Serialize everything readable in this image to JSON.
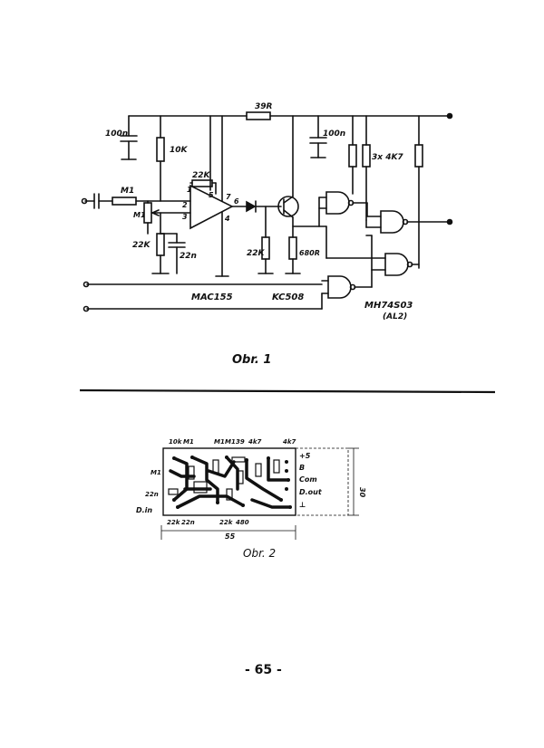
{
  "schematic": {
    "labels": {
      "r_39": "39R",
      "c_100n_left": "100n",
      "r_10k": "10K",
      "r_22k_fb": "22K",
      "c_100n_right": "100n",
      "r_3x4k7": "3x 4K7",
      "r_m1": "M1",
      "pot_m1": "M1",
      "r_22k_low": "22K",
      "c_22n": "22n",
      "pin_2": "2",
      "pin_3": "3",
      "pin_4": "4",
      "pin_5": "5",
      "pin_6": "6",
      "pin_7": "7",
      "pin_1": "1",
      "r_22k_emit": "22K",
      "r_680r": "680R",
      "ic_opamp": "MAC155",
      "ic_transistor": "KC508",
      "ic_gates": "MH74S03",
      "ic_gates_alt": "(AL2)"
    },
    "caption": "Obr. 1"
  },
  "pcb": {
    "top_labels": [
      "10k",
      "M1",
      "M1",
      "M1",
      "39",
      "4k7",
      "4k7"
    ],
    "left_labels": [
      "M1",
      "22n",
      "D.in"
    ],
    "bottom_labels": [
      "22k",
      "22n",
      "22k",
      "480"
    ],
    "right_labels": [
      "+5",
      "B",
      "Com",
      "D.out",
      "⊥"
    ],
    "dim_width": "55",
    "dim_height": "30",
    "caption": "Obr. 2"
  },
  "page_number": "- 65 -"
}
